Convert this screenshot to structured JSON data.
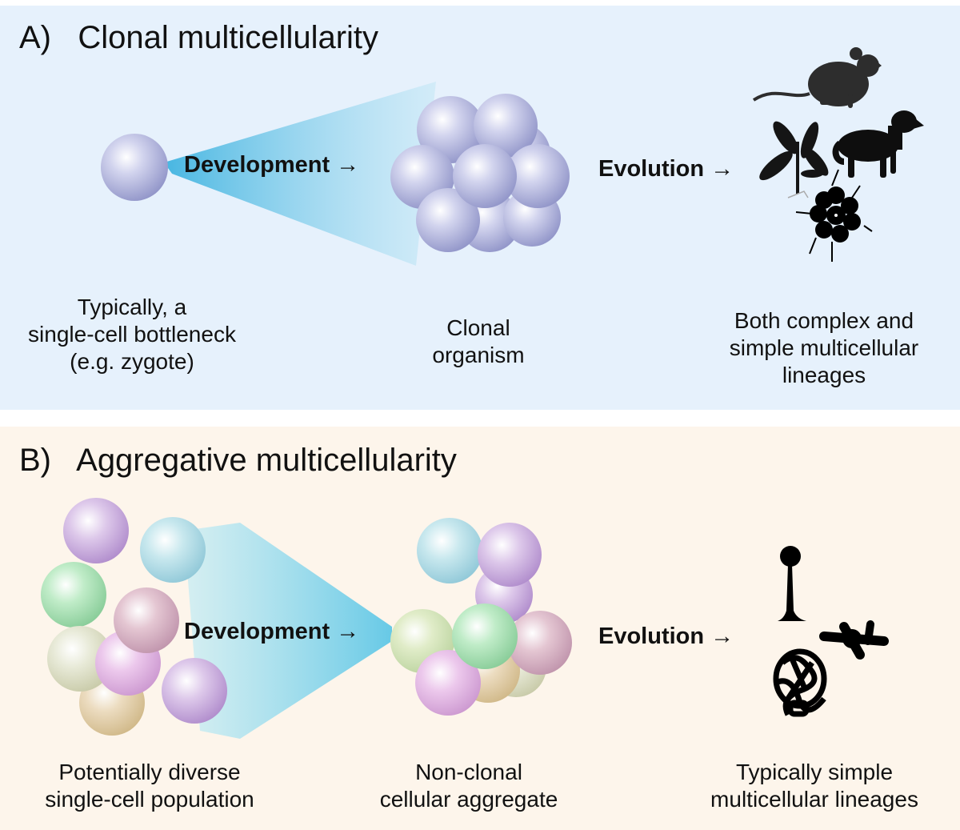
{
  "panels": {
    "a": {
      "title": "A)   Clonal multicellularity",
      "development_label": "Development →",
      "evolution_label": "Evolution →",
      "captions": {
        "start": [
          "Typically, a",
          "single-cell bottleneck",
          "(e.g. zygote)"
        ],
        "middle": [
          "Clonal",
          "organism"
        ],
        "end": [
          "Both complex and",
          "simple multicellular",
          "lineages"
        ]
      },
      "icons": [
        "mouse-silhouette",
        "plant-silhouette",
        "dog-silhouette",
        "volvox-colony-silhouette"
      ],
      "colors": {
        "background": "#e6f1fc",
        "cell": "#a9acd8",
        "cone": "#5ec4e6"
      }
    },
    "b": {
      "title": "B)   Aggregative multicellularity",
      "development_label": "Development →",
      "evolution_label": "Evolution →",
      "captions": {
        "start": [
          "Potentially diverse",
          "single-cell population"
        ],
        "middle": [
          "Non-clonal",
          "cellular aggregate"
        ],
        "end": [
          "Typically simple",
          "multicellular lineages"
        ]
      },
      "icons": [
        "slime-mold-fruiting-body",
        "amoeboid-slug-silhouette",
        "tangled-aggregate-silhouette"
      ],
      "colors": {
        "background": "#fdf5eb",
        "cone": "#8fd6ea",
        "cells": [
          "#c9a8dc",
          "#a8d6e0",
          "#9ed9a8",
          "#d4a7bd",
          "#d9dcc0",
          "#dca8dc",
          "#d9c49c"
        ]
      }
    }
  }
}
